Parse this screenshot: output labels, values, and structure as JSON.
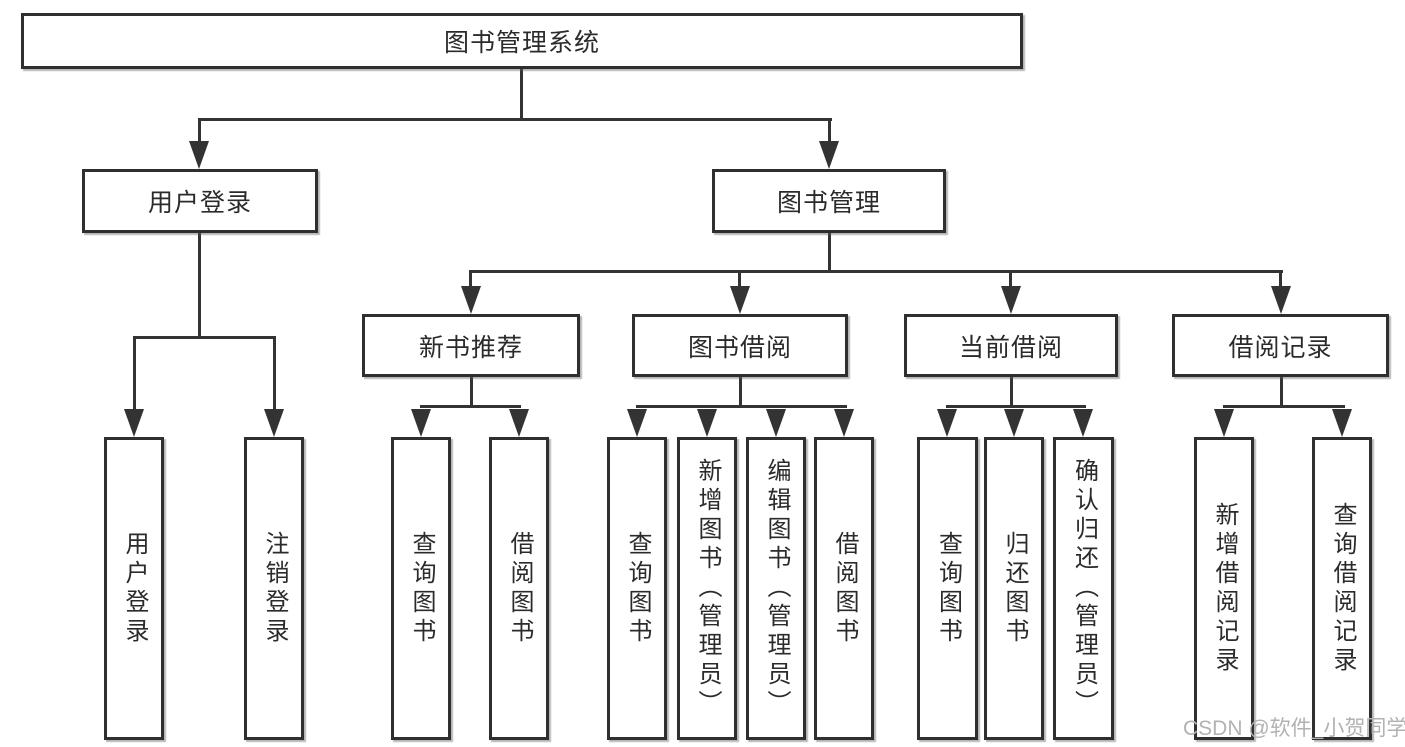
{
  "root": {
    "label": "图书管理系统"
  },
  "branches": {
    "user_login": {
      "label": "用户登录",
      "children": [
        {
          "label": "用户登录"
        },
        {
          "label": "注销登录"
        }
      ]
    },
    "book_mgmt": {
      "label": "图书管理",
      "sections": [
        {
          "label": "新书推荐",
          "children": [
            {
              "label": "查询图书"
            },
            {
              "label": "借阅图书"
            }
          ]
        },
        {
          "label": "图书借阅",
          "children": [
            {
              "label": "查询图书"
            },
            {
              "label": "新增图书（管理员）"
            },
            {
              "label": "编辑图书（管理员）"
            },
            {
              "label": "借阅图书"
            }
          ]
        },
        {
          "label": "当前借阅",
          "children": [
            {
              "label": "查询图书"
            },
            {
              "label": "归还图书"
            },
            {
              "label": "确认归还（管理员）"
            }
          ]
        },
        {
          "label": "借阅记录",
          "children": [
            {
              "label": "新增借阅记录"
            },
            {
              "label": "查询借阅记录"
            }
          ]
        }
      ]
    }
  },
  "watermark": {
    "text": "CSDN @软件_小贺同学"
  },
  "colors": {
    "line": "#333333",
    "text": "#2b2b2b",
    "watermark": "#b2b2b2",
    "background": "#ffffff"
  }
}
